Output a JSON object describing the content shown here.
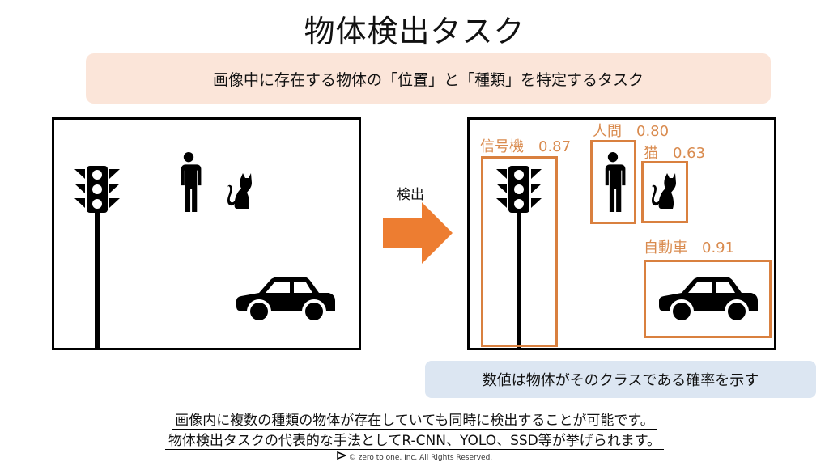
{
  "title": "物体検出タスク",
  "subtitle": "画像中に存在する物体の「位置」と「種類」を特定するタスク",
  "arrow_label": "検出",
  "detections": [
    {
      "label": "信号機",
      "score": "0.87"
    },
    {
      "label": "人間",
      "score": "0.80"
    },
    {
      "label": "猫",
      "score": "0.63"
    },
    {
      "label": "自動車",
      "score": "0.91"
    }
  ],
  "note": "数値は物体がそのクラスである確率を示す",
  "body_lines": [
    "画像内に複数の種類の物体が存在していても同時に検出することが可能です。",
    "物体検出タスクの代表的な手法としてR-CNN、YOLO、SSD等が挙げられます。"
  ],
  "footer": "©  zero to one, Inc. All Rights Reserved.",
  "colors": {
    "accent": "#ed7d31",
    "box": "#d9803f",
    "subtitle_bg": "#fbe5d9",
    "note_bg": "#dce6f2"
  }
}
